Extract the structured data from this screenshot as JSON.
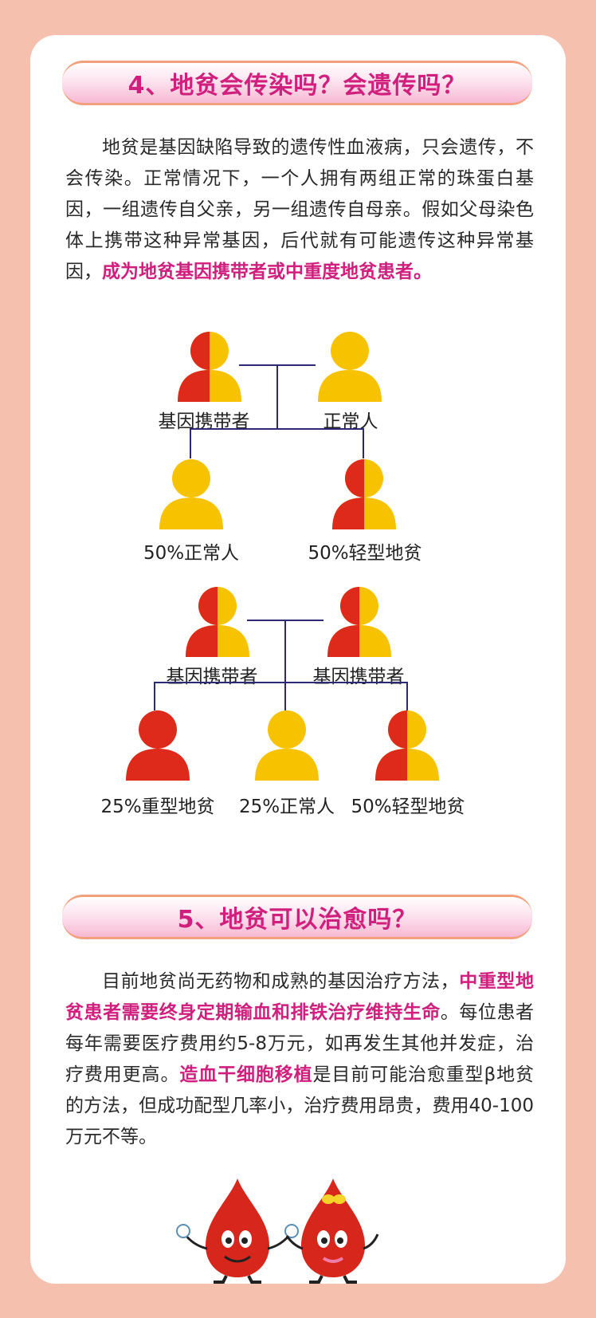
{
  "section4": {
    "title": "4、地贫会传染吗？会遗传吗？",
    "body_normal": "地贫是基因缺陷导致的遗传性血液病，只会遗传，不会传染。正常情况下，一个人拥有两组正常的珠蛋白基因，一组遗传自父亲，另一组遗传自母亲。假如父母染色体上携带这种异常基因，后代就有可能遗传这种异常基因，",
    "body_highlight": "成为地贫基因携带者或中重度地贫患者。"
  },
  "family1": {
    "parent_left": "基因携带者",
    "parent_right": "正常人",
    "child_left": "50%正常人",
    "child_right": "50%轻型地贫"
  },
  "family2": {
    "parent_left": "基因携带者",
    "parent_right": "基因携带者",
    "child_left": "25%重型地贫",
    "child_mid": "25%正常人",
    "child_right": "50%轻型地贫"
  },
  "section5": {
    "title": "5、地贫可以治愈吗？",
    "p1": "目前地贫尚无药物和成熟的基因治疗方法，",
    "h1": "中重型地贫患者需要终身定期输血和排铁治疗维持生命",
    "p2": "。每位患者每年需要医疗费用约5-8万元，如再发生其他并发症，治疗费用更高。",
    "h2": "造血干细胞移植",
    "p3": "是目前可能治愈重型β地贫的方法，但成功配型几率小，治疗费用昂贵，费用40-100万元不等。"
  },
  "colors": {
    "red": "#dd2a1b",
    "yellow": "#f7c300",
    "pink": "#d11f7e",
    "line": "#2c2a72"
  }
}
